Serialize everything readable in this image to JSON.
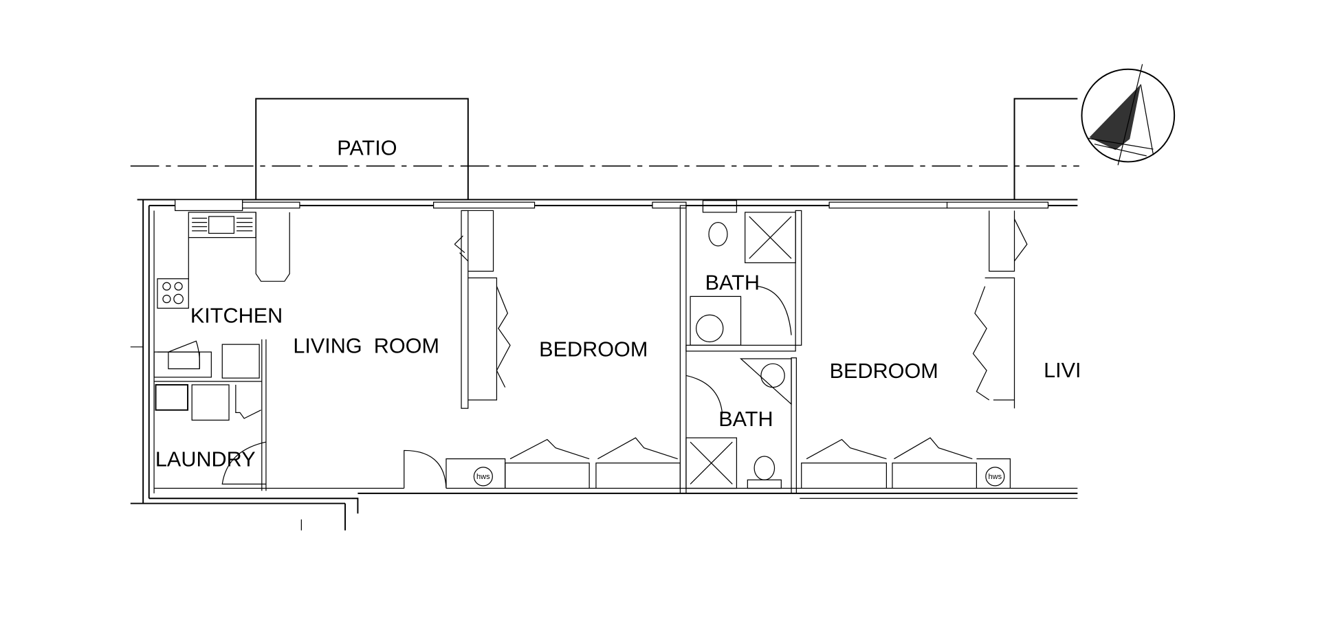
{
  "plan": {
    "rooms": {
      "patio": "PATIO",
      "kitchen": "KITCHEN",
      "living_room": "LIVING  ROOM",
      "laundry": "LAUNDRY",
      "bedroom_1": "BEDROOM",
      "bath_1": "BATH",
      "bath_2": "BATH",
      "bedroom_2": "BEDROOM",
      "living_partial": "LIVI"
    },
    "fixtures": {
      "water_heater_1": "hws",
      "water_heater_2": "hws"
    },
    "icons": [
      "north-arrow-icon"
    ],
    "line_color": "#000000",
    "background": "#ffffff"
  }
}
